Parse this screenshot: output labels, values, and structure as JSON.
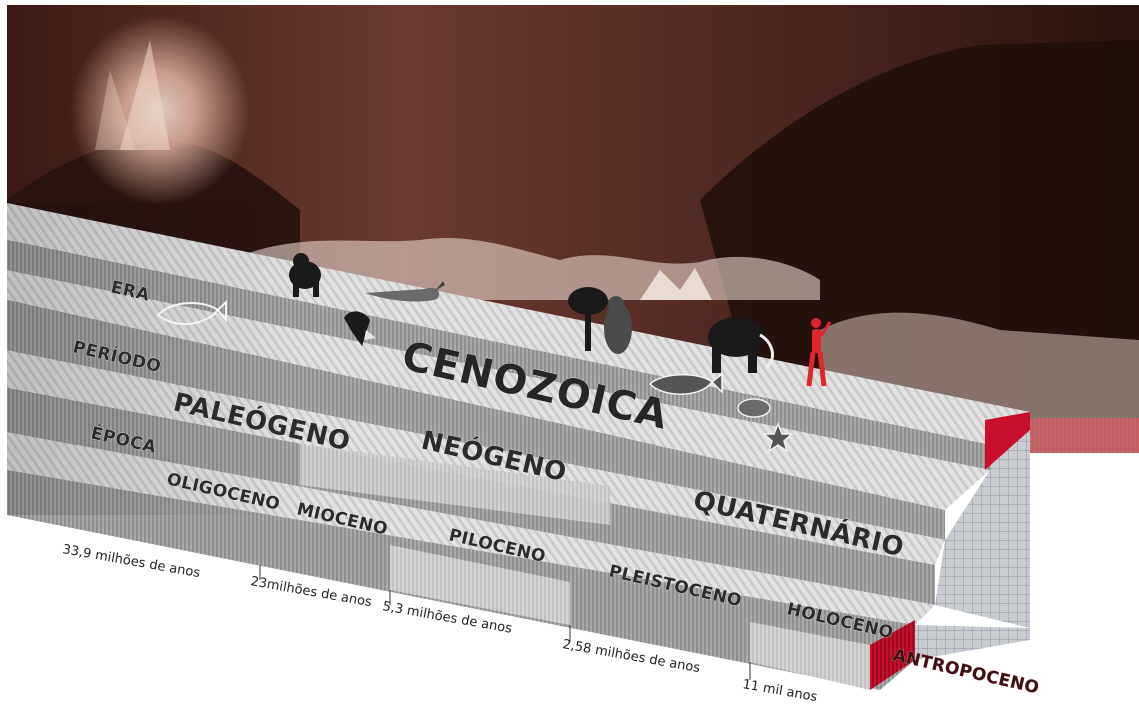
{
  "row_labels": {
    "era": "ERA",
    "periodo": "PERÍODO",
    "epoca": "ÉPOCA"
  },
  "era": {
    "cenozoica": "CENOZOICA"
  },
  "periods": {
    "paleogeno": "PALEÓGENO",
    "neogeno": "NEÓGENO",
    "quaternario": "QUATERNÁRIO"
  },
  "epochs": {
    "oligoceno": "OLIGOCENO",
    "mioceno": "MIOCENO",
    "pliloceno": "PILOCENO",
    "pleistoceno": "PLEISTOCENO",
    "holoceno": "HOLOCENO",
    "antropoceno": "ANTROPOCENO"
  },
  "dates": {
    "d339": "33,9 milhões de anos",
    "d23": "23milhões de anos",
    "d53": "5,3 milhões de anos",
    "d258": "2,58 milhões de anos",
    "d11": "11 mil anos"
  },
  "colors": {
    "sky": "#5a2e28",
    "stone": "#bdbdbd",
    "anthropocene": "#c8102e"
  },
  "icons": [
    "ape-icon",
    "narwhal-icon",
    "fish-fossil-icon",
    "bird-icon",
    "tree-icon",
    "bear-icon",
    "mammoth-icon",
    "human-icon",
    "whale-icon",
    "turtle-icon",
    "starfish-icon"
  ]
}
